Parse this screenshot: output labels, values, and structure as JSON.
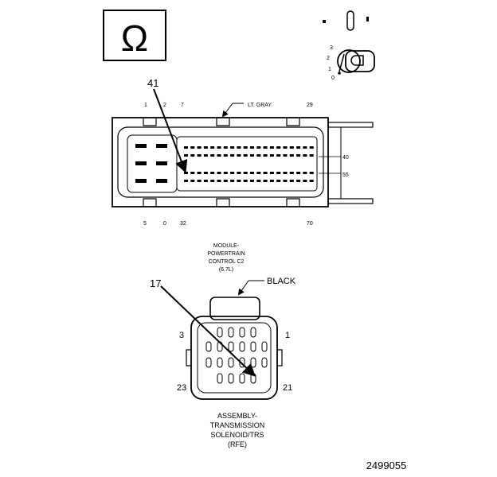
{
  "ohm_symbol": "Ω",
  "ignition_switch": {
    "positions": [
      "3",
      "2",
      "1",
      "0"
    ]
  },
  "pcm_connector": {
    "callout": "41",
    "color_label": "LT. GRAY",
    "top_pins": [
      "1",
      "2",
      "7",
      "29"
    ],
    "bottom_pins": [
      "5",
      "0",
      "32",
      "70"
    ],
    "right_pins": [
      "40",
      "55"
    ],
    "caption": [
      "MODULE-",
      "POWERTRAIN",
      "CONTROL C2",
      "(6.7L)"
    ]
  },
  "trs_connector": {
    "callout": "17",
    "color_label": "BLACK",
    "corner_pins": {
      "top_left": "3",
      "top_right": "1",
      "bottom_left": "23",
      "bottom_right": "21"
    },
    "caption": [
      "ASSEMBLY-",
      "TRANSMISSION",
      "SOLENOID/TRS",
      "(RFE)"
    ]
  },
  "figure_number": "2499055"
}
